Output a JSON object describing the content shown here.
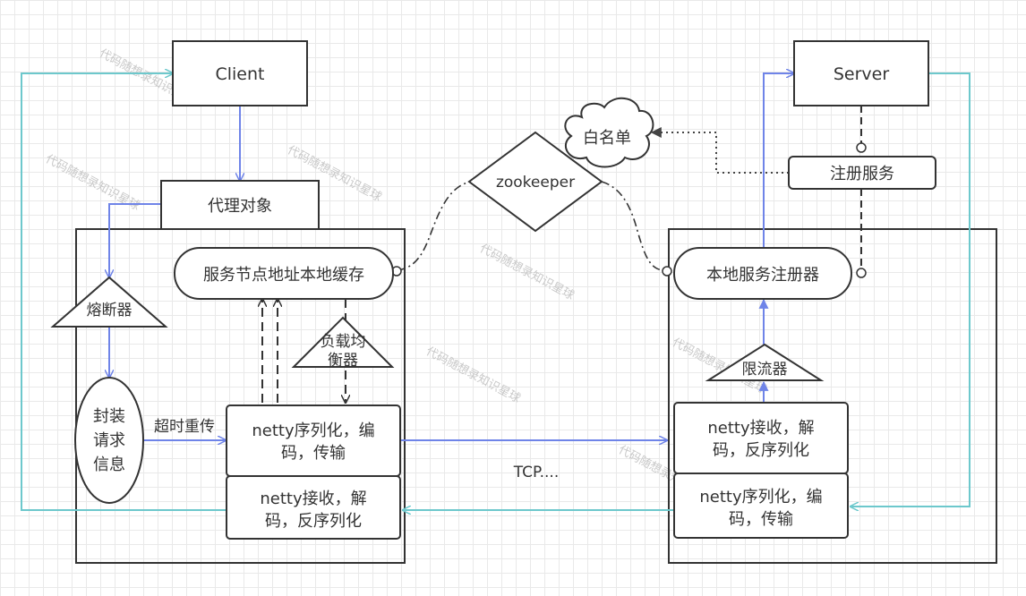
{
  "nodes": {
    "client": "Client",
    "server": "Server",
    "proxy": "代理对象",
    "zookeeper": "zookeeper",
    "whitelist": "白名单",
    "register_service": "注册服务",
    "local_cache": "服务节点地址本地缓存",
    "local_registry": "本地服务注册器",
    "circuit_breaker": "熔断器",
    "load_balancer_line1": "负载均",
    "load_balancer_line2": "衡器",
    "rate_limiter": "限流器",
    "wrap_line1": "封装",
    "wrap_line2": "请求",
    "wrap_line3": "信息",
    "client_send_line1": "netty序列化，编",
    "client_send_line2": "码，传输",
    "client_recv_line1": "netty接收，解",
    "client_recv_line2": "码，反序列化",
    "server_recv_line1": "netty接收，解",
    "server_recv_line2": "码，反序列化",
    "server_send_line1": "netty序列化，编",
    "server_send_line2": "码，传输"
  },
  "edges": {
    "retry": "超时重传",
    "tcp": "TCP...."
  },
  "watermark": "代码随想录知识星球",
  "colors": {
    "stroke": "#333333",
    "blue_arrow": "#6f84e8",
    "teal_line": "#6dc8cc",
    "dashed": "#333333"
  }
}
